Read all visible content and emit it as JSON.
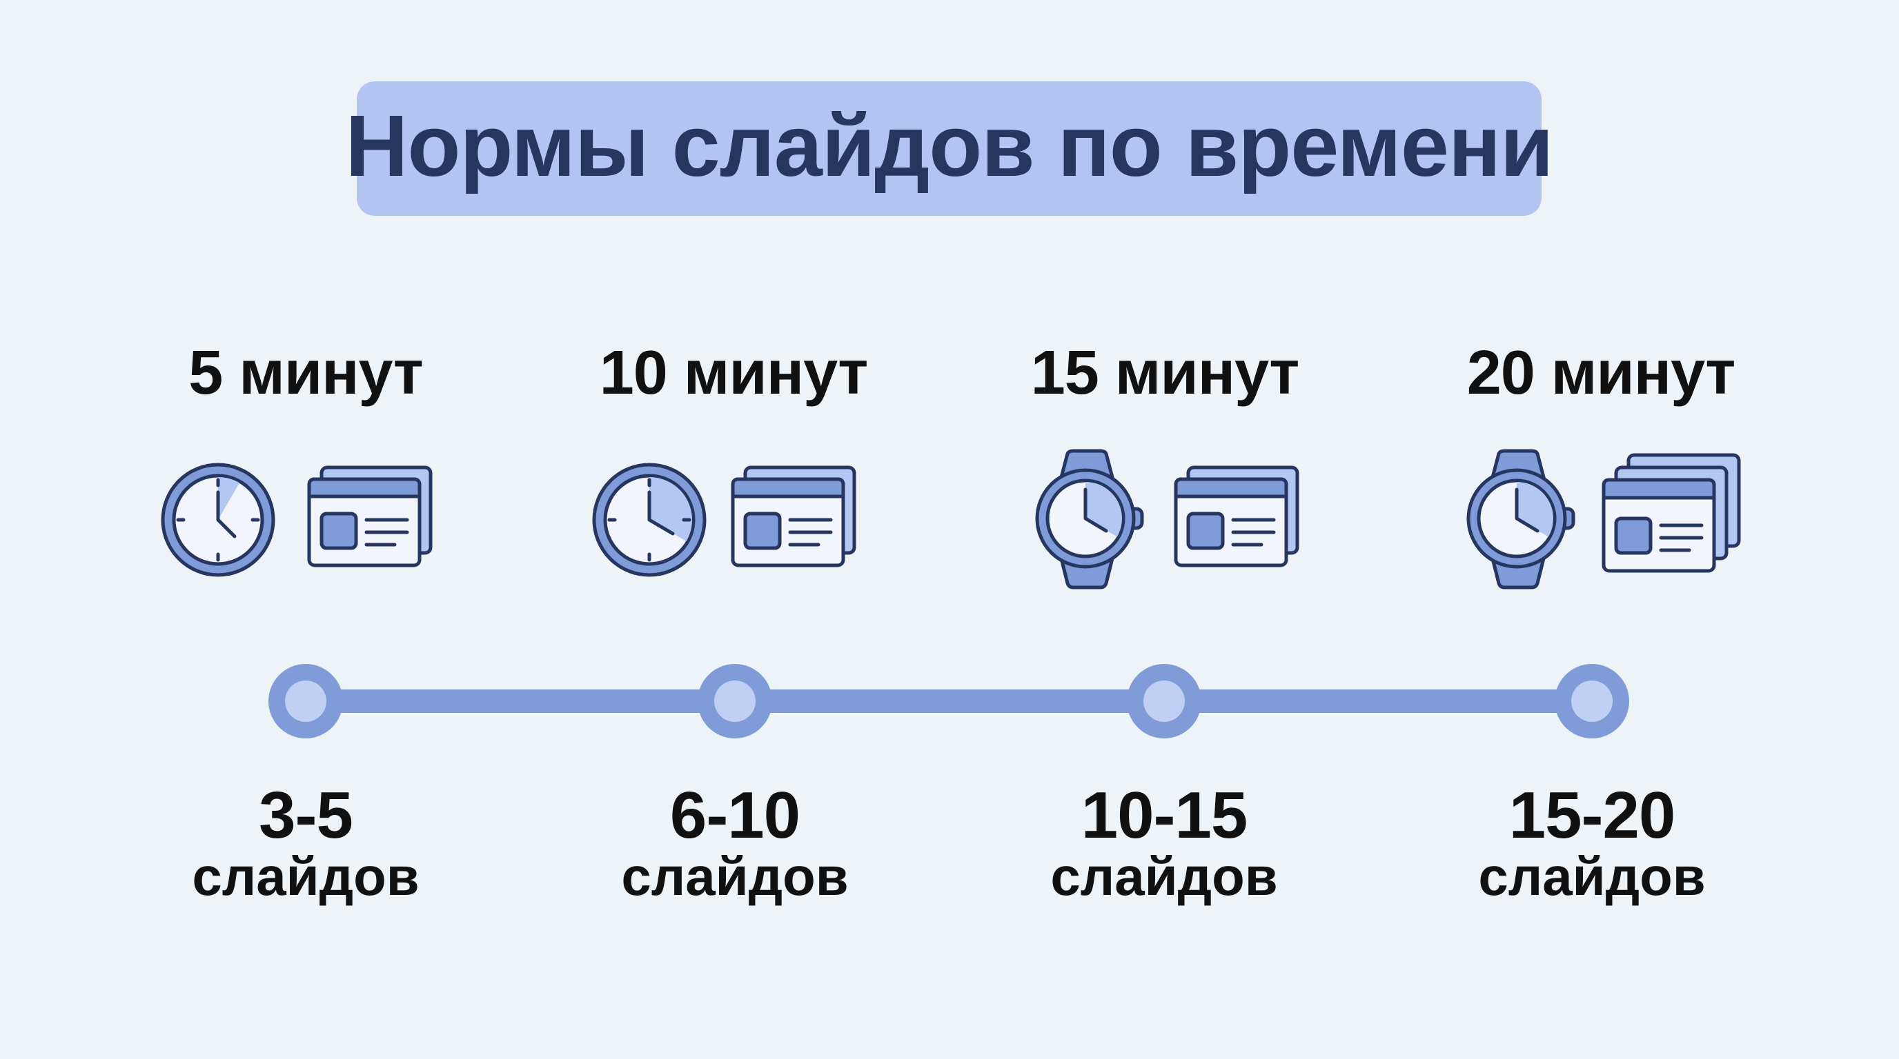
{
  "title": "Нормы слайдов по времени",
  "colors": {
    "background": "#eef3f8",
    "title_box": "#b1c4f2",
    "title_text": "#26365f",
    "accent": "#7f9bd8",
    "accent_light": "#c0d0f4",
    "stroke": "#263661",
    "text": "#111111"
  },
  "steps": [
    {
      "duration": "5 минут",
      "time_icon": "clock-icon",
      "slides_icon": "slides-stack-2-icon",
      "count": "3-5",
      "unit": "слайдов"
    },
    {
      "duration": "10 минут",
      "time_icon": "clock-icon",
      "slides_icon": "slides-stack-2-icon",
      "count": "6-10",
      "unit": "слайдов"
    },
    {
      "duration": "15 минут",
      "time_icon": "watch-icon",
      "slides_icon": "slides-stack-2-icon",
      "count": "10-15",
      "unit": "слайдов"
    },
    {
      "duration": "20 минут",
      "time_icon": "watch-icon",
      "slides_icon": "slides-stack-3-icon",
      "count": "15-20",
      "unit": "слайдов"
    }
  ]
}
